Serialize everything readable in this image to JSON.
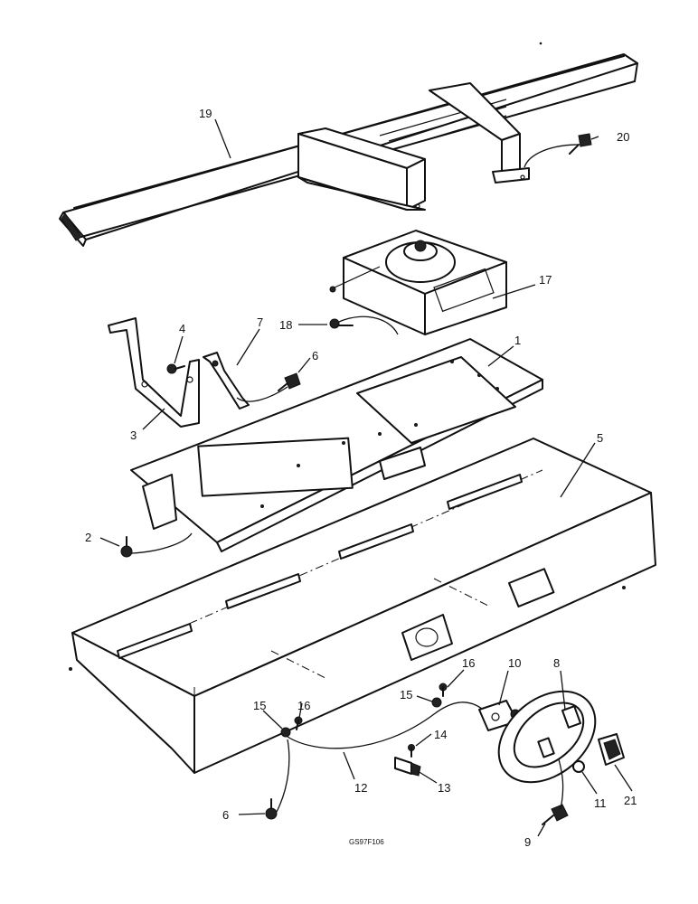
{
  "drawing": {
    "reference_code": "GS97F106"
  },
  "callouts": [
    {
      "id": "c19",
      "label": "19"
    },
    {
      "id": "c20",
      "label": "20"
    },
    {
      "id": "c17",
      "label": "17"
    },
    {
      "id": "c18",
      "label": "18"
    },
    {
      "id": "c4",
      "label": "4"
    },
    {
      "id": "c7",
      "label": "7"
    },
    {
      "id": "c1",
      "label": "1"
    },
    {
      "id": "c6a",
      "label": "6"
    },
    {
      "id": "c3",
      "label": "3"
    },
    {
      "id": "c5",
      "label": "5"
    },
    {
      "id": "c2",
      "label": "2"
    },
    {
      "id": "c16a",
      "label": "16"
    },
    {
      "id": "c10",
      "label": "10"
    },
    {
      "id": "c8",
      "label": "8"
    },
    {
      "id": "c15a",
      "label": "15"
    },
    {
      "id": "c15b",
      "label": "15"
    },
    {
      "id": "c16b",
      "label": "16"
    },
    {
      "id": "c14",
      "label": "14"
    },
    {
      "id": "c13",
      "label": "13"
    },
    {
      "id": "c12",
      "label": "12"
    },
    {
      "id": "c11",
      "label": "11"
    },
    {
      "id": "c21",
      "label": "21"
    },
    {
      "id": "c6b",
      "label": "6"
    },
    {
      "id": "c9",
      "label": "9"
    }
  ]
}
